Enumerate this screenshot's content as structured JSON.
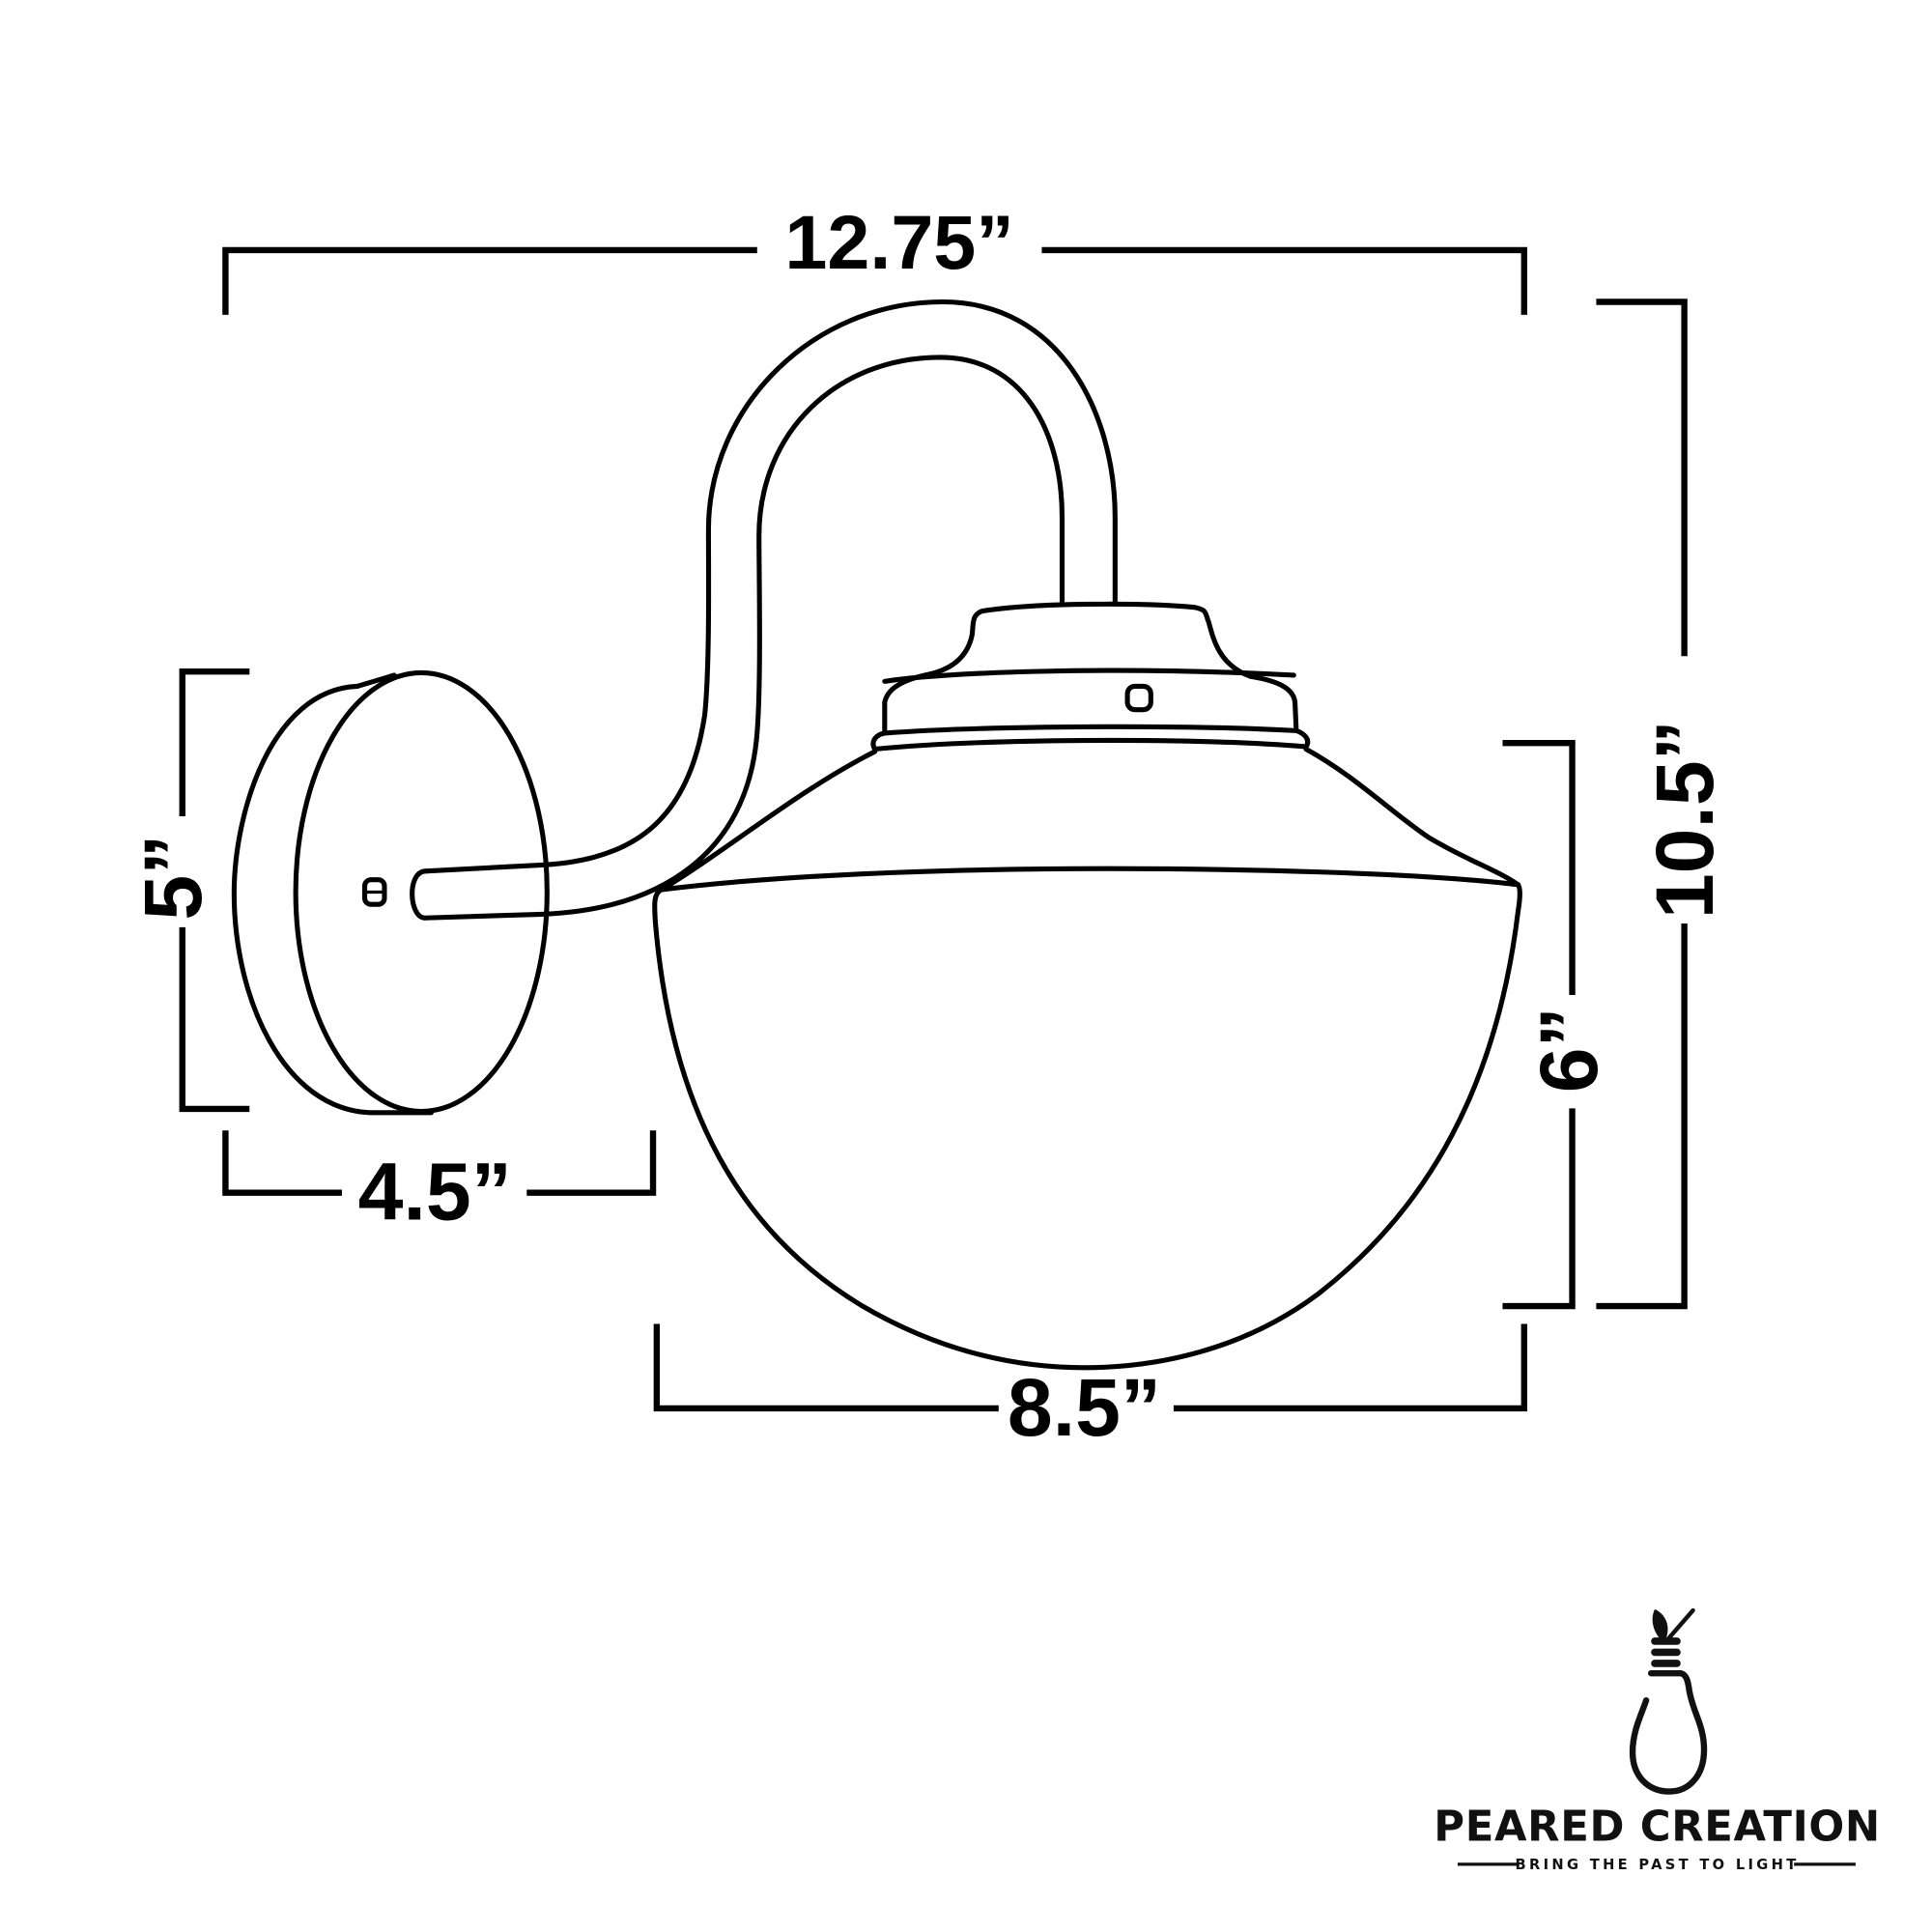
{
  "diagram": {
    "title": "Wall sconce dimension drawing",
    "subject": "Gooseneck wall sconce with hemispherical globe shade",
    "stroke_color": "#000000",
    "background_color": "#ffffff",
    "dimensions": {
      "overall_width": {
        "label": "12.75”",
        "value_in": 12.75,
        "orientation": "horizontal",
        "position": "top"
      },
      "overall_height": {
        "label": "10.5”",
        "value_in": 10.5,
        "orientation": "vertical",
        "position": "right-outer"
      },
      "backplate_height": {
        "label": "5”",
        "value_in": 5,
        "orientation": "vertical",
        "position": "left"
      },
      "backplate_extension": {
        "label": "4.5”",
        "value_in": 4.5,
        "orientation": "horizontal",
        "position": "bottom-left"
      },
      "shade_height": {
        "label": "6”",
        "value_in": 6,
        "orientation": "vertical",
        "position": "right-inner"
      },
      "shade_width": {
        "label": "8.5”",
        "value_in": 8.5,
        "orientation": "horizontal",
        "position": "bottom"
      }
    },
    "parts": [
      "round-backplate",
      "mounting-screw",
      "gooseneck-arm",
      "socket-cap",
      "fitter-ring",
      "set-screw",
      "globe-shade"
    ]
  },
  "logo": {
    "brand_name": "PEARED CREATION",
    "tagline": "BRING THE PAST TO LIGHT",
    "icon": "pear-lightbulb-icon"
  }
}
